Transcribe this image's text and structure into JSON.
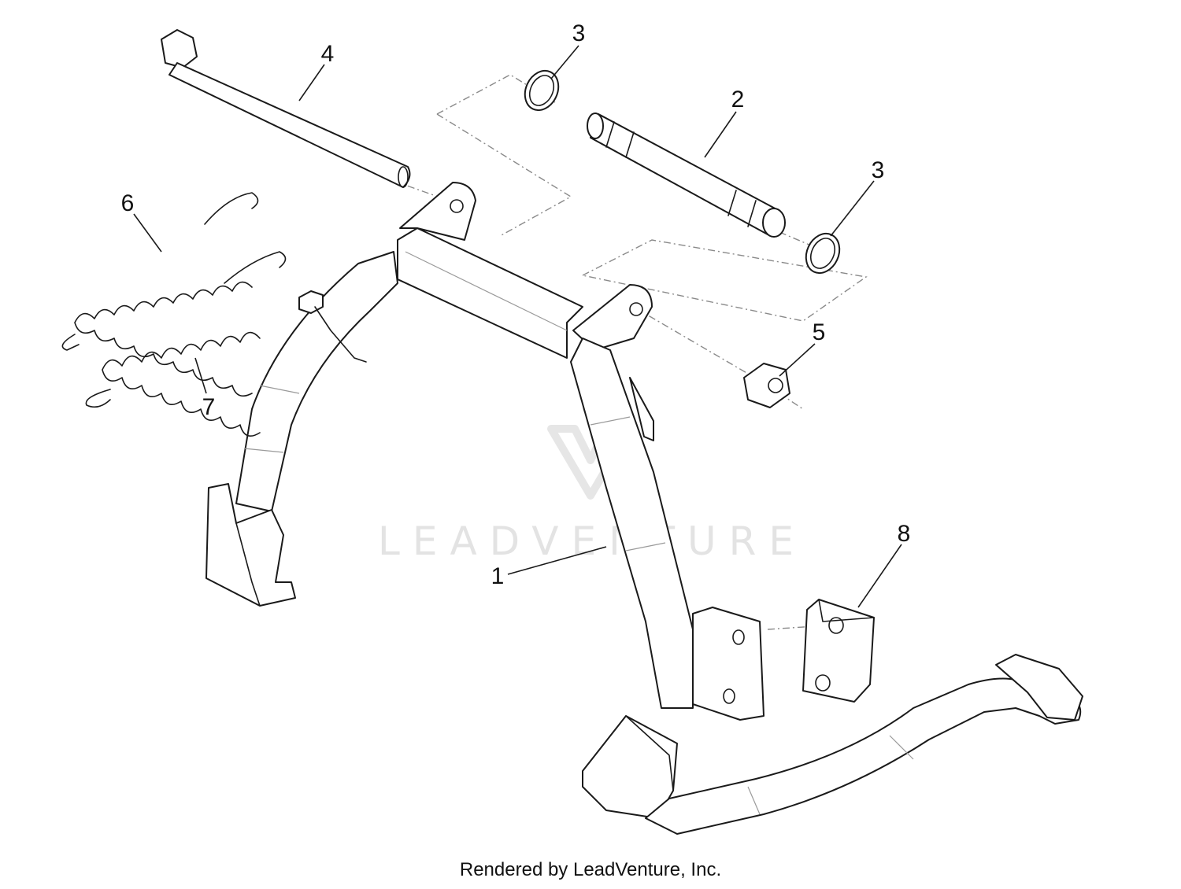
{
  "watermark": {
    "text": "LEADVENTURE"
  },
  "callouts": [
    {
      "id": "1",
      "label": "1"
    },
    {
      "id": "2",
      "label": "2"
    },
    {
      "id": "3a",
      "label": "3"
    },
    {
      "id": "3b",
      "label": "3"
    },
    {
      "id": "4",
      "label": "4"
    },
    {
      "id": "5",
      "label": "5"
    },
    {
      "id": "6",
      "label": "6"
    },
    {
      "id": "7",
      "label": "7"
    },
    {
      "id": "8",
      "label": "8"
    }
  ],
  "footer": {
    "credit": "Rendered by LeadVenture, Inc."
  },
  "colors": {
    "line": "#1a1a1a",
    "watermark": "#e3e3e3",
    "background": "#ffffff"
  }
}
